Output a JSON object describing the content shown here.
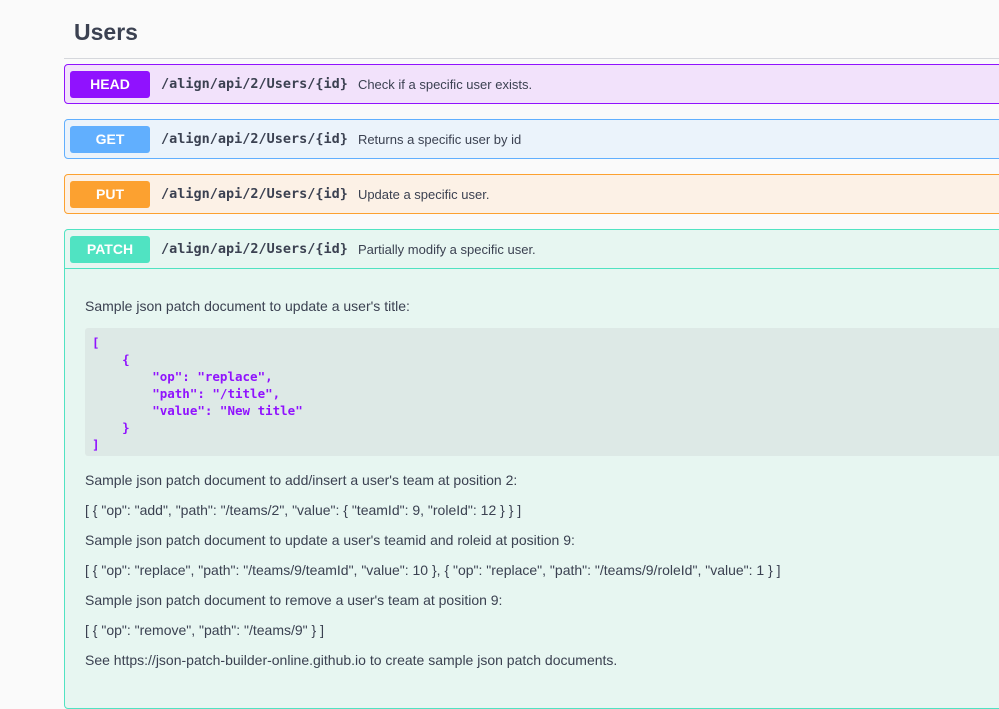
{
  "section": {
    "title": "Users"
  },
  "operations": [
    {
      "method": "HEAD",
      "path": "/align/api/2/Users/{id}",
      "summary": "Check if a specific user exists."
    },
    {
      "method": "GET",
      "path": "/align/api/2/Users/{id}",
      "summary": "Returns a specific user by id"
    },
    {
      "method": "PUT",
      "path": "/align/api/2/Users/{id}",
      "summary": "Update a specific user."
    },
    {
      "method": "PATCH",
      "path": "/align/api/2/Users/{id}",
      "summary": "Partially modify a specific user."
    }
  ],
  "patch_description": {
    "intro": "Sample json patch document to update a user's title:",
    "code_lines": [
      "[",
      "    {",
      "        \"op\": \"replace\",",
      "        \"path\": \"/title\",",
      "        \"value\": \"New title\"",
      "    }",
      "]"
    ],
    "add_intro": "Sample json patch document to add/insert a user's team at position 2:",
    "add_example": "[ { \"op\": \"add\", \"path\": \"/teams/2\", \"value\": { \"teamId\": 9, \"roleId\": 12 } } ]",
    "update_intro": "Sample json patch document to update a user's teamid and roleid at position 9:",
    "update_example": "[ { \"op\": \"replace\", \"path\": \"/teams/9/teamId\", \"value\": 10 }, { \"op\": \"replace\", \"path\": \"/teams/9/roleId\", \"value\": 1 } ]",
    "remove_intro": "Sample json patch document to remove a user's team at position 9:",
    "remove_example": "[ { \"op\": \"remove\", \"path\": \"/teams/9\" } ]",
    "see_also": "See https://json-patch-builder-online.github.io to create sample json patch documents."
  },
  "colors": {
    "head": "#9012fe",
    "get": "#61affe",
    "put": "#fca130",
    "patch": "#50e3c2"
  }
}
